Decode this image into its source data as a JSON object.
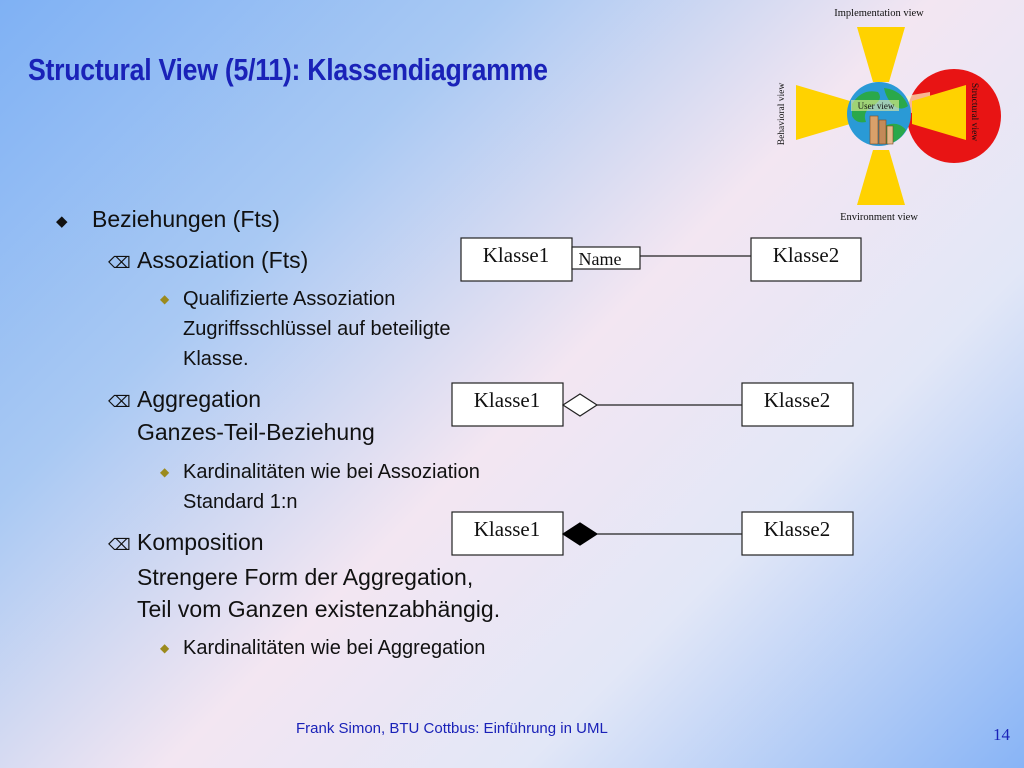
{
  "slide": {
    "title": "Structural View (5/11): Klassendiagramme",
    "footer": "Frank Simon, BTU Cottbus: Einführung in UML",
    "page_number": "14"
  },
  "views_graphic": {
    "implementation": "Implementation view",
    "behavioral": "Behavioral view",
    "structural": "Structural view",
    "environment": "Environment view",
    "user": "User view"
  },
  "bullets": {
    "l1_0": "Beziehungen (Fts)",
    "a_title": "Assoziation (Fts)",
    "a_sub_1": "Qualifizierte Assoziation",
    "a_sub_2": "Zugriffsschlüssel auf beteiligte",
    "a_sub_3": "Klasse.",
    "g_title": "Aggregation",
    "g_title_2": "Ganzes-Teil-Beziehung",
    "g_sub_1": "Kardinalitäten wie bei Assoziation",
    "g_sub_2": "Standard 1:n",
    "k_title": "Komposition",
    "k_title_2": "Strengere Form der Aggregation,",
    "k_title_3": "Teil vom Ganzen existenzabhängig.",
    "k_sub_1": "Kardinalitäten wie bei Aggregation"
  },
  "diagrams": {
    "association": {
      "left": "Klasse1",
      "right": "Klasse2",
      "qualifier": "Name"
    },
    "aggregation": {
      "left": "Klasse1",
      "right": "Klasse2"
    },
    "composition": {
      "left": "Klasse1",
      "right": "Klasse2"
    }
  },
  "colors": {
    "title": "#1a22b8",
    "petal": "#ffd200",
    "structural_circle": "#e81414",
    "globe_green": "#2aa84a",
    "globe_blue": "#2a9ad6"
  },
  "icons": {
    "level1_bullet": "diamond-icon",
    "level2_bullet": "erase-key-icon",
    "level3_bullet": "small-diamond-icon"
  }
}
